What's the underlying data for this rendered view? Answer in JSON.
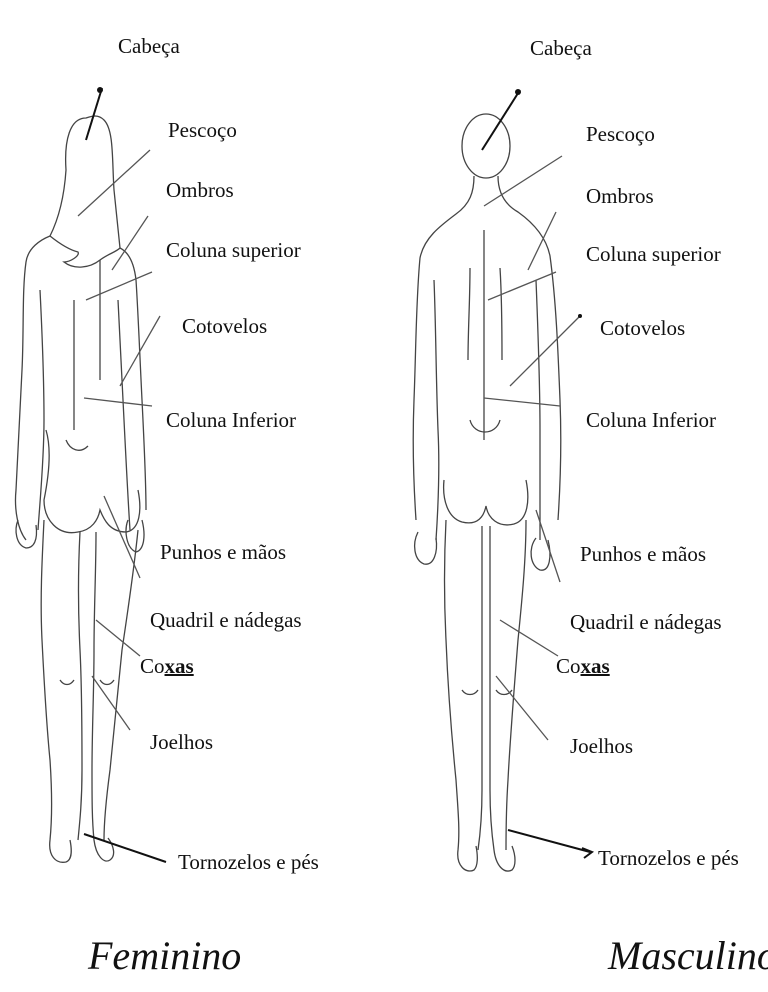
{
  "figures": [
    {
      "caption": "Feminino",
      "labels": {
        "cabeca": "Cabeça",
        "pescoco": "Pescoço",
        "ombros": "Ombros",
        "coluna_superior": "Coluna  superior",
        "cotovelos": "Cotovelos",
        "coluna_inferior": "Coluna  Inferior",
        "punhos_maos": "Punhos e mãos",
        "quadril_nadegas": "Quadril e nádegas",
        "coxas_a": "Co",
        "coxas_b": "xas",
        "joelhos": "Joelhos",
        "tornozelos_pes": "Tornozelos e pés"
      }
    },
    {
      "caption": "Masculino",
      "labels": {
        "cabeca": "Cabeça",
        "pescoco": "Pescoço",
        "ombros": "Ombros",
        "coluna_superior": "Coluna  superior",
        "cotovelos": "Cotovelos",
        "coluna_inferior": "Coluna  Inferior",
        "punhos_maos": "Punhos e mãos",
        "quadril_nadegas": "Quadril e nádegas",
        "coxas_a": "Co",
        "coxas_b": "xas",
        "joelhos": "Joelhos",
        "tornozelos_pes": "Tornozelos e pés"
      }
    }
  ]
}
